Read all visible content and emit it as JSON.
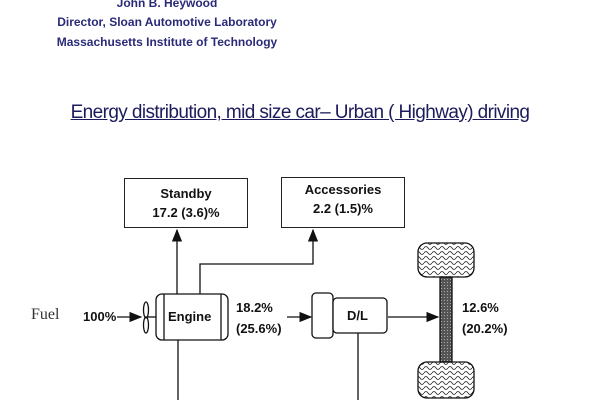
{
  "header": {
    "author": "John B. Heywood",
    "position": "Director, Sloan Automotive Laboratory",
    "institution": "Massachusetts Institute of Technology"
  },
  "title": "Energy distribution, mid size car– Urban ( Highway) driving",
  "diagram": {
    "fuel_label": "Fuel",
    "fuel_percent": "100%",
    "engine_label": "Engine",
    "standby": {
      "label": "Standby",
      "value": "17.2 (3.6)%"
    },
    "accessories": {
      "label": "Accessories",
      "value": "2.2 (1.5)%"
    },
    "engine_output": {
      "urban": "18.2%",
      "highway": "(25.6%)"
    },
    "driveline_label": "D/L",
    "wheels_output": {
      "urban": "12.6%",
      "highway": "(20.2%)"
    }
  }
}
